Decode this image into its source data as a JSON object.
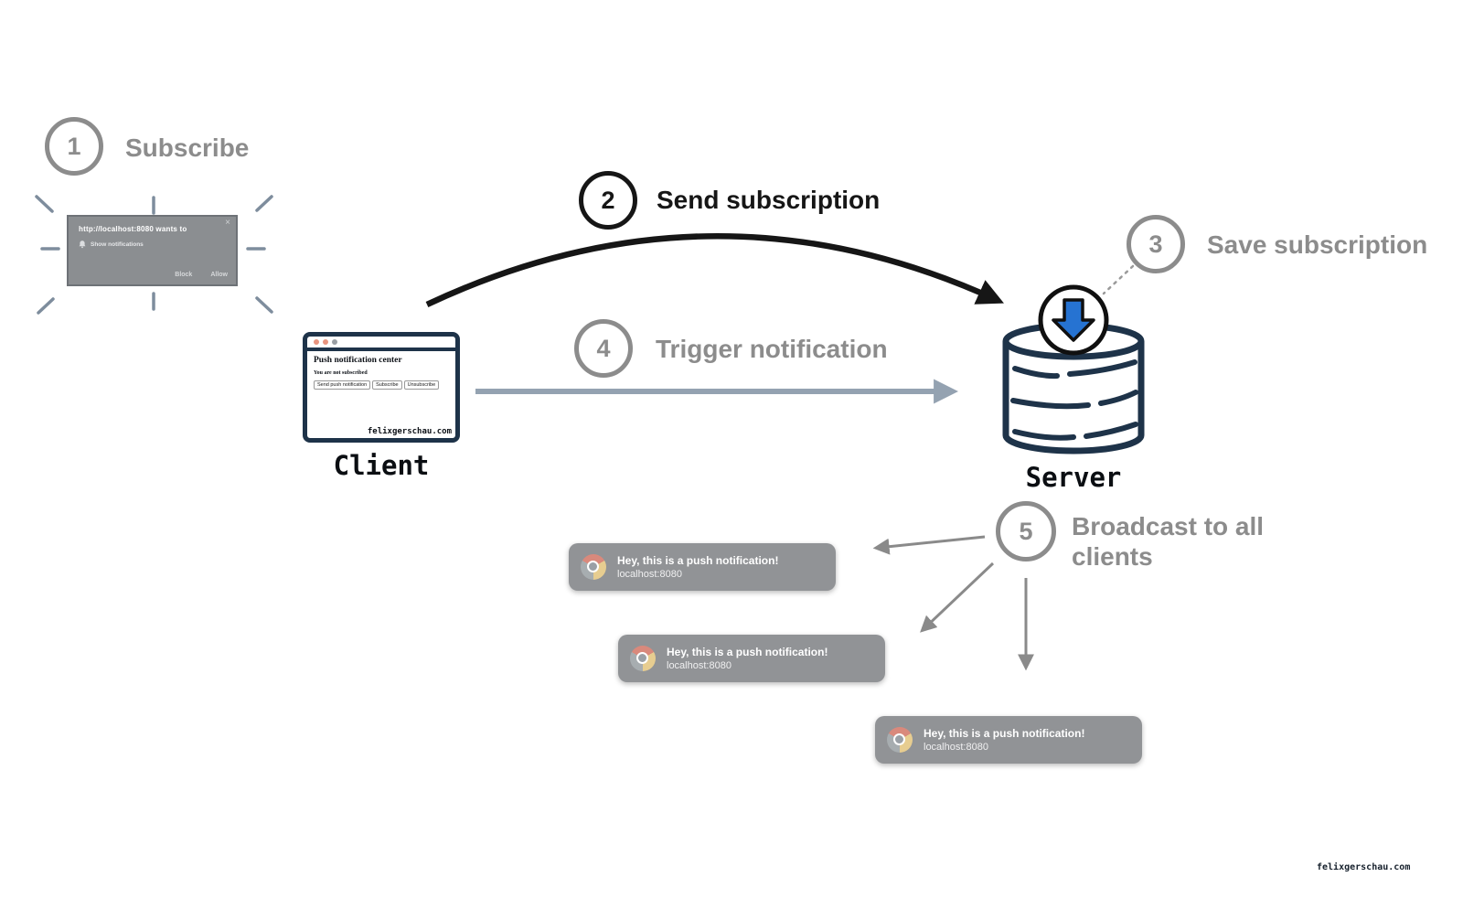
{
  "steps": [
    {
      "num": "1",
      "label": "Subscribe"
    },
    {
      "num": "2",
      "label": "Send subscription"
    },
    {
      "num": "3",
      "label": "Save subscription"
    },
    {
      "num": "4",
      "label": "Trigger notification"
    },
    {
      "num": "5",
      "label": "Broadcast to all clients"
    }
  ],
  "permission_dialog": {
    "title": "http://localhost:8080 wants to",
    "permission": "Show notifications",
    "block_label": "Block",
    "allow_label": "Allow",
    "close_glyph": "×"
  },
  "client": {
    "label": "Client",
    "page_title": "Push notification center",
    "status_text": "You are not subscribed",
    "buttons": [
      "Send push notification",
      "Subscribe",
      "Unsubscribe"
    ],
    "watermark": "felixgerschau.com"
  },
  "server": {
    "label": "Server"
  },
  "notifications": [
    {
      "title": "Hey, this is a push notification!",
      "source": "localhost:8080"
    },
    {
      "title": "Hey, this is a push notification!",
      "source": "localhost:8080"
    },
    {
      "title": "Hey, this is a push notification!",
      "source": "localhost:8080"
    }
  ],
  "footer": {
    "credit": "felixgerschau.com"
  },
  "icons": {
    "server_badge": "download-arrow-icon",
    "server": "database-icon",
    "toast_app": "chrome-icon",
    "dialog_permission": "bell-icon"
  },
  "colors": {
    "navy": "#1e3349",
    "step_gray": "#8c8c8c",
    "step_black": "#161616",
    "toast_bg": "#919396",
    "dialog_bg": "#8b8e91",
    "blue_arrow": "#2673d2",
    "trigger_arrow": "#94a2b1",
    "salmon_dot": "#e8947f"
  }
}
